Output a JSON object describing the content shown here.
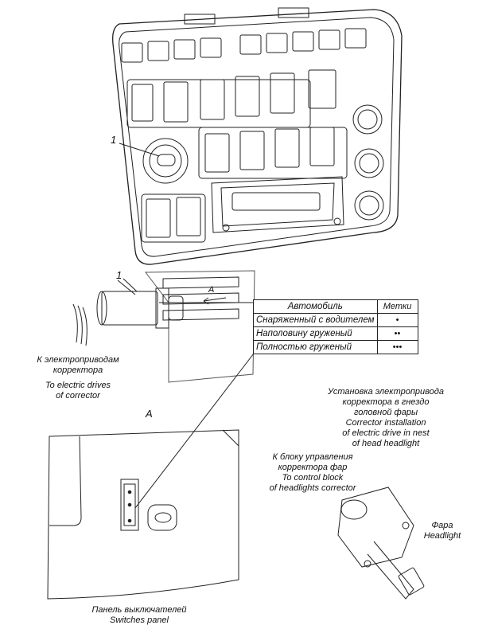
{
  "callouts": {
    "item_number_top": "1",
    "item_number_mid": "1",
    "view_letter": "A",
    "view_arrow_letter": "A"
  },
  "table": {
    "header": {
      "vehicle": "Автомобиль",
      "marks": "Метки"
    },
    "rows": [
      {
        "vehicle": "Снаряженный с водителем",
        "marks": "•"
      },
      {
        "vehicle": "Наполовину груженый",
        "marks": "••"
      },
      {
        "vehicle": "Полностью груженый",
        "marks": "•••"
      }
    ]
  },
  "labels": {
    "electric_drives_ru_1": "К электроприводам",
    "electric_drives_ru_2": "корректора",
    "electric_drives_en_1": "To electric drives",
    "electric_drives_en_2": "of corrector",
    "installation_ru_1": "Установка электропривода",
    "installation_ru_2": "корректора в гнездо",
    "installation_ru_3": "головной фары",
    "installation_en_1": "Corrector installation",
    "installation_en_2": "of electric drive in nest",
    "installation_en_3": "of head headlight",
    "control_block_ru_1": "К блоку управления",
    "control_block_ru_2": "корректора фар",
    "control_block_en_1": "To control block",
    "control_block_en_2": "of headlights corrector",
    "headlight_ru": "Фара",
    "headlight_en": "Headlight",
    "switches_panel_ru": "Панель выключателей",
    "switches_panel_en": "Switches panel"
  }
}
